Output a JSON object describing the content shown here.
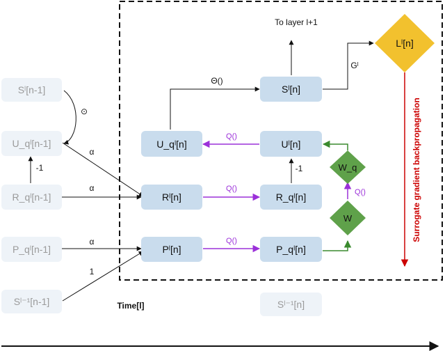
{
  "nodes": {
    "s_prev": "Sˡ[n-1]",
    "uq_prev": "U_qˡ[n-1]",
    "rq_prev": "R_qˡ[n-1]",
    "pq_prev": "P_qˡ[n-1]",
    "s_lminus1_prev": "Sˡ⁻¹[n-1]",
    "uq_cur": "U_qˡ[n]",
    "r_cur": "Rˡ[n]",
    "p_cur": "Pˡ[n]",
    "s_cur": "Sˡ[n]",
    "u_cur": "Uˡ[n]",
    "rq_cur": "R_qˡ[n]",
    "pq_cur": "P_qˡ[n]",
    "s_lminus1_cur": "Sˡ⁻¹[n]",
    "l_cur": "Lˡ[n]",
    "wq": "W_q",
    "w": "W"
  },
  "labels": {
    "to_layer": "To layer l+1",
    "theta": "Θ()",
    "g": "Gˡ",
    "alpha1": "α",
    "alpha2": "α",
    "alpha3": "α",
    "one": "1",
    "minus_one_left": "-1",
    "minus_one_right": "-1",
    "odot": "⊙",
    "q1": "Q()",
    "q2": "Q()",
    "q3": "Q()",
    "q4": "Q()",
    "time": "Time[l]",
    "surrogate": "Surrogate gradient backpropagation"
  },
  "colors": {
    "purple": "#9b30d9",
    "green": "#3a8a2e",
    "red": "#cc0000",
    "diamond_gold": "#f2c12e",
    "diamond_green": "#5fa14a"
  }
}
